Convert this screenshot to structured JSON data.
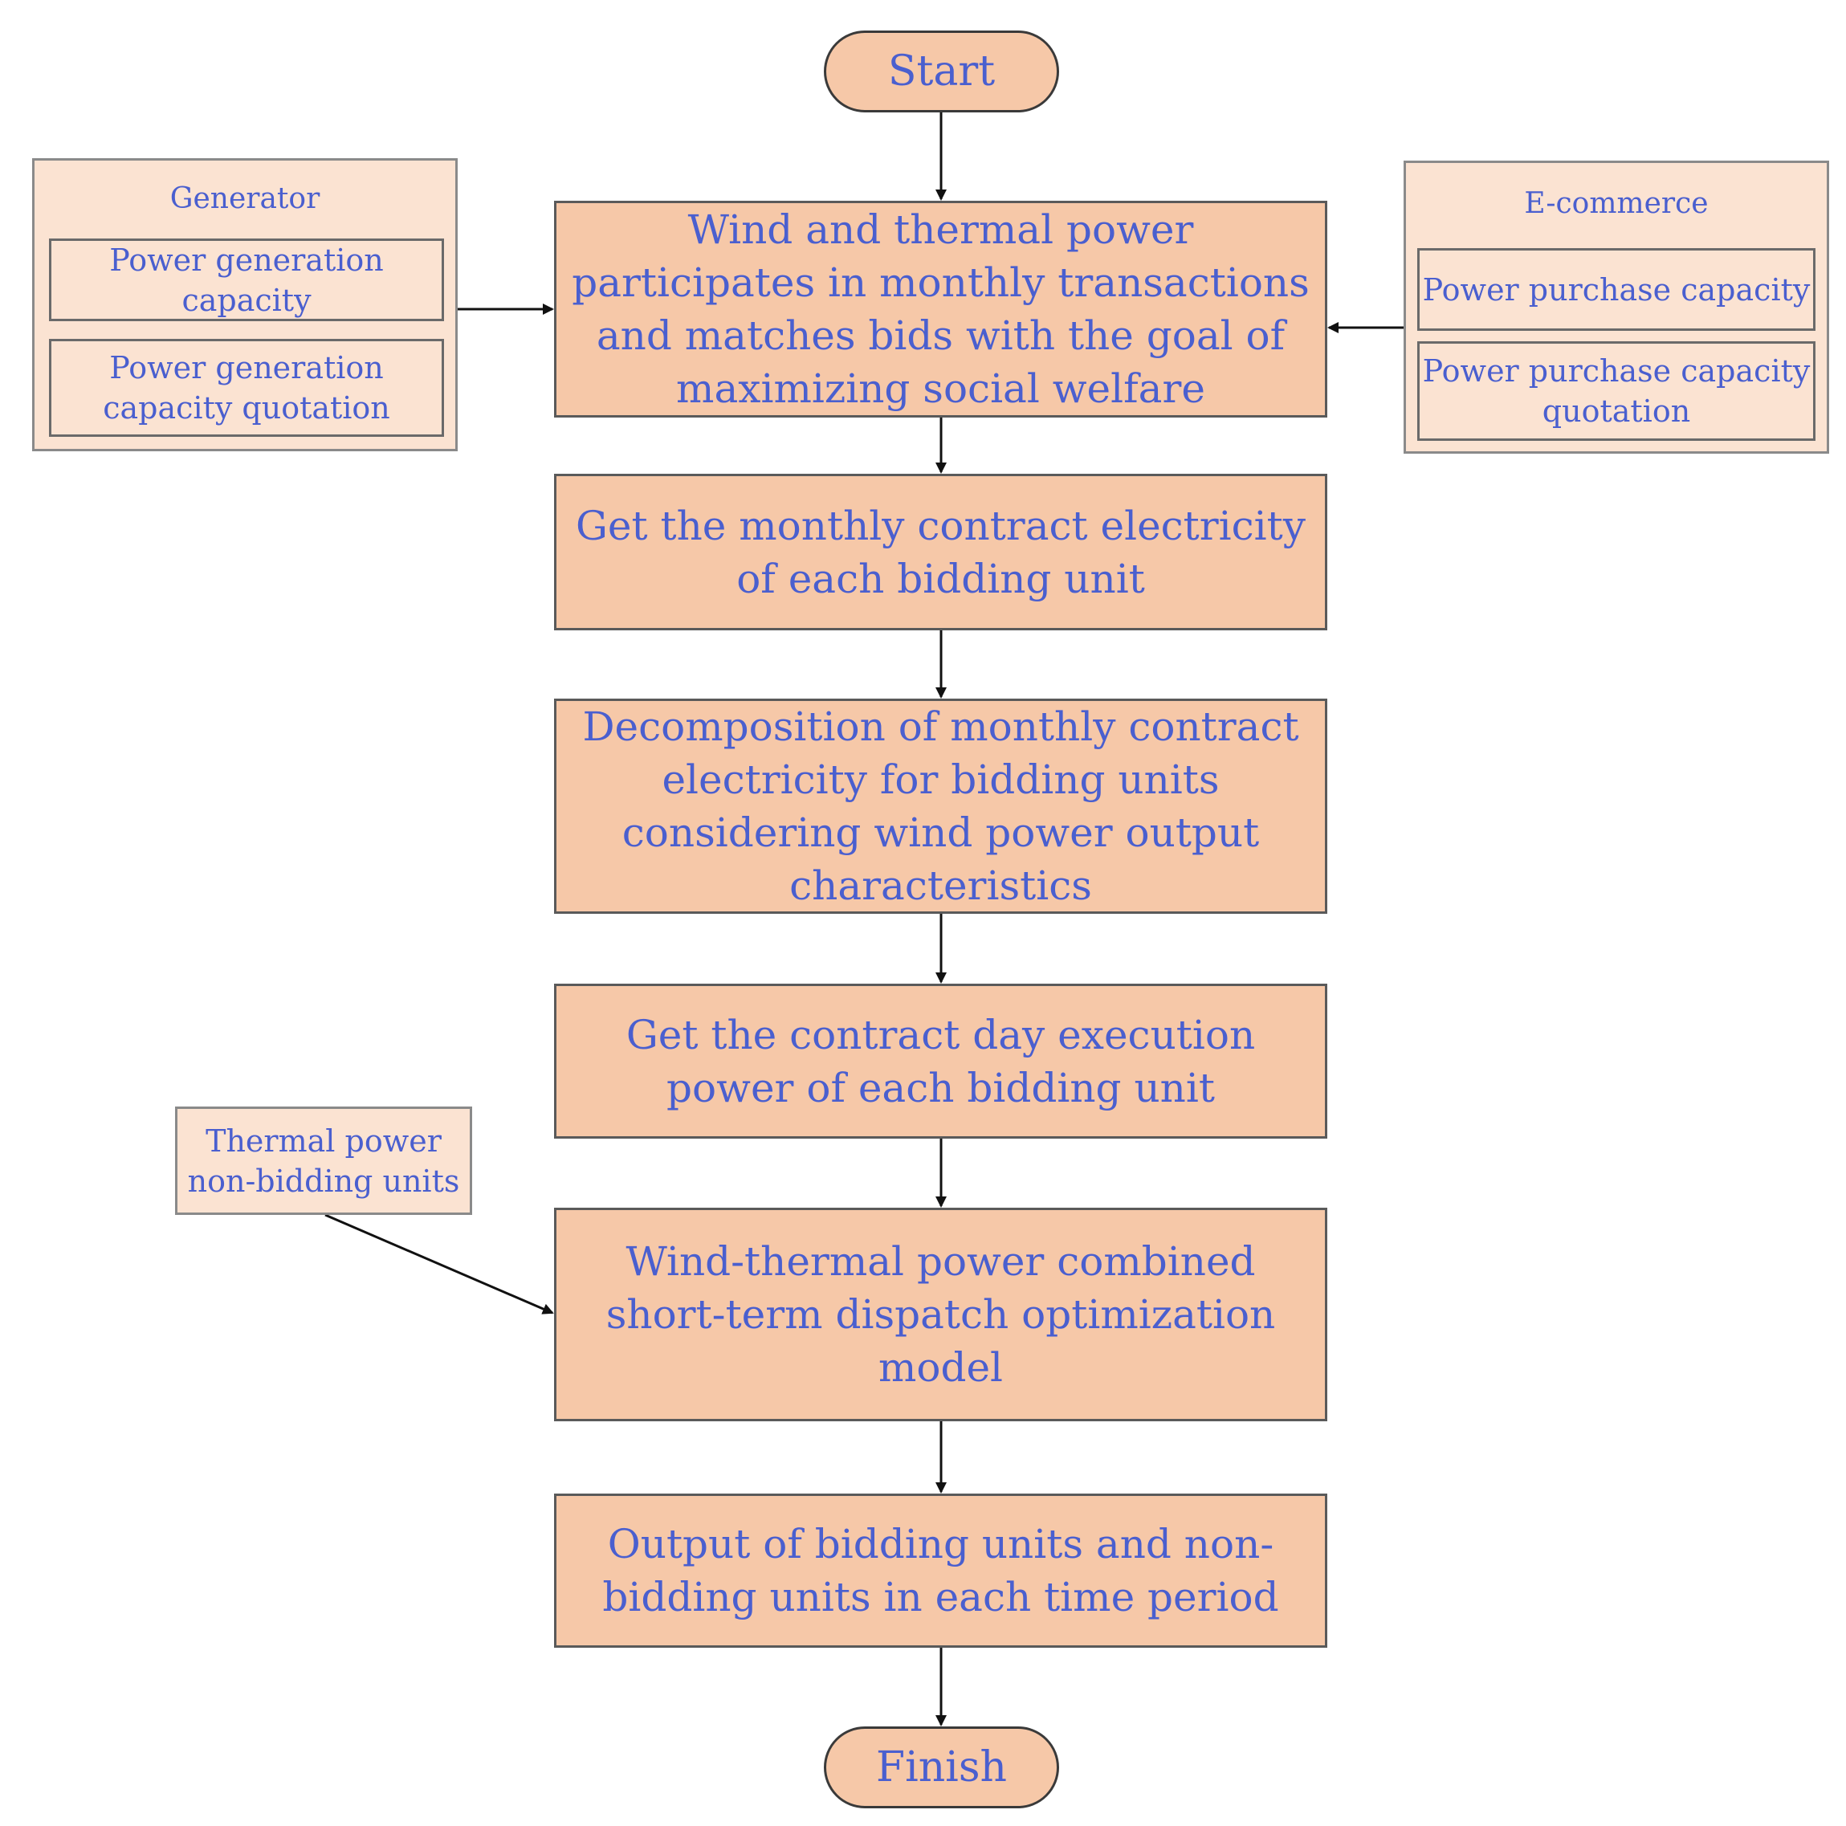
{
  "start": "Start",
  "finish": "Finish",
  "steps": [
    "Wind and thermal power participates in monthly transactions and matches bids with the goal of maximizing social welfare",
    "Get the monthly contract electricity of each bidding unit",
    "Decomposition of monthly contract electricity for bidding units considering wind power output characteristics",
    "Get the contract day execution power of each bidding unit",
    "Wind-thermal power combined short-term dispatch optimization model",
    "Output of bidding units and non-bidding units in each time period"
  ],
  "generator": {
    "title": "Generator",
    "items": [
      "Power generation capacity",
      "Power generation capacity quotation"
    ]
  },
  "ecommerce": {
    "title": "E-commerce",
    "items": [
      "Power purchase capacity",
      "Power purchase capacity quotation"
    ]
  },
  "thermal_note": "Thermal power non-bidding units"
}
